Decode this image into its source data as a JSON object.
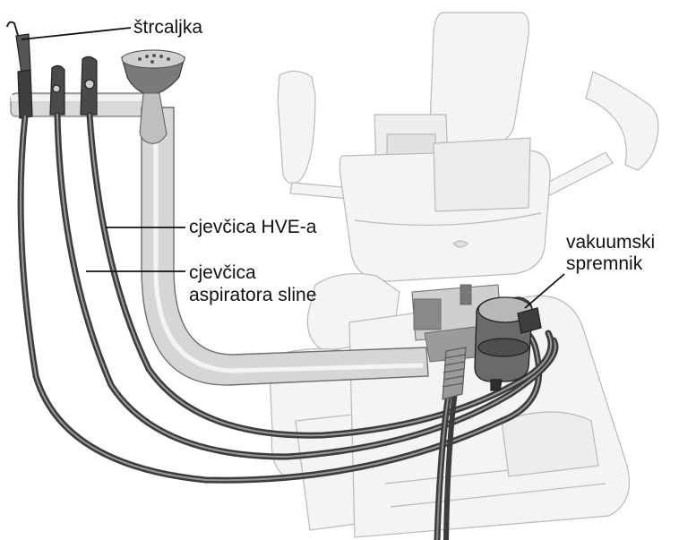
{
  "callouts": {
    "syringe": "štrcaljka",
    "hve_tubing": "cjevčica HVE-a",
    "saliva_ejector_line1": "cjevčica",
    "saliva_ejector_line2": "aspiratora sline",
    "vacuum_canister_line1": "vakuumski",
    "vacuum_canister_line2": "spremnik"
  }
}
